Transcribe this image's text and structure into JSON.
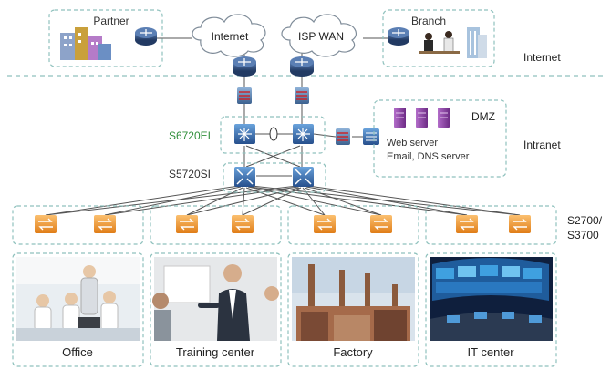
{
  "zones": {
    "internet": "Internet",
    "intranet": "Intranet",
    "access_line1": "S2700/",
    "access_line2": "S3700"
  },
  "sites": {
    "partner": "Partner",
    "branch": "Branch"
  },
  "clouds": {
    "internet": "Internet",
    "isp_wan": "ISP WAN"
  },
  "dmz": {
    "title": "DMZ",
    "line1": "Web server",
    "line2": "Email, DNS server"
  },
  "layers": {
    "core": "S6720EI",
    "aggregation": "S5720SI"
  },
  "areas": [
    "Office",
    "Training center",
    "Factory",
    "IT center"
  ],
  "colors": {
    "router": "#2f4d7a",
    "firewall": "#c8262d",
    "core_switch": "#2f5d9c",
    "access_switch": "#f0962e",
    "dashed_border": "#8fc1bd",
    "core_label": "#2f8f3a",
    "server": "#8a3fa0"
  }
}
